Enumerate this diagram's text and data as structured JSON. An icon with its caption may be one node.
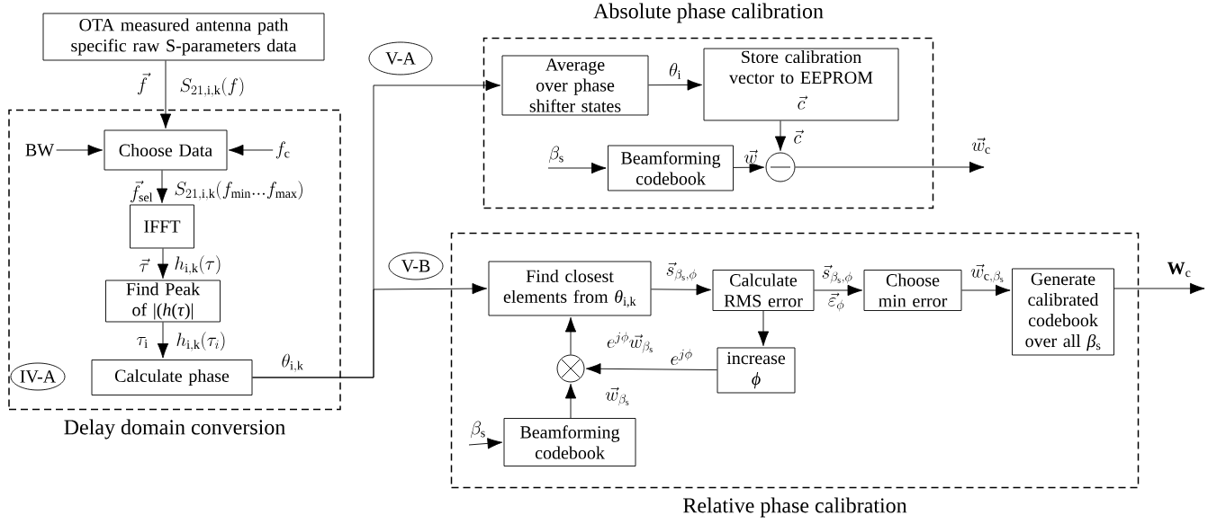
{
  "diagram": {
    "nodes": [
      {
        "text": [
          "OTA measured antenna path specific raw S-parameters data"
        ]
      },
      {
        "text": [
          "Delay domain conversion"
        ]
      },
      {
        "text": [
          "BW"
        ],
        "in": 1
      },
      {
        "text": [
          "f_{\\mathrm{c}}"
        ],
        "in": 1
      },
      {
        "text": [
          "Choose Data"
        ],
        "in": 1
      },
      {
        "text": [
          "IFFT"
        ],
        "in": 1
      },
      {
        "text": [
          "Find Peak of |(*h*(*τ*)|"
        ],
        "in": 1
      },
      {
        "text": [
          "Calculate phase"
        ],
        "in": 1
      },
      {
        "text": [
          "IV-A"
        ],
        "in": 1
      },
      {
        "text": [
          "Absolute phase calibration"
        ]
      },
      {
        "text": [
          "V-A"
        ]
      },
      {
        "text": [
          "Average over phase shifter states"
        ],
        "in": 9
      },
      {
        "text": [
          "Store calibration vector to EEPROM"
        ],
        "in": 9
      },
      {
        "text": [
          "Beamforming codebook"
        ],
        "in": 9
      },
      {
        "text": [],
        "shape": "circle",
        "in": 9
      },
      {
        "text": [
          "Relative phase calibration"
        ]
      },
      {
        "text": [
          "V-B"
        ]
      },
      {
        "text": [
          "Find closest elements from *θ*$_{i,k}$"
        ],
        "in": 15
      },
      {
        "text": [
          "Calculate RMS error"
        ],
        "in": 15
      },
      {
        "text": [
          "Choose min error"
        ],
        "in": 15
      },
      {
        "text": [
          "Generate calibrated codebook over all *β*$_{s}$"
        ],
        "in": 15
      },
      {
        "text": [
          "increase *ϕ*"
        ],
        "in": 15
      },
      {
        "text": [],
        "shape": "circle",
        "in": 15
      },
      {
        "text": [
          "Beamforming codebook"
        ],
        "in": 15
      }
    ],
    "edges": [
      {
        "from": 0,
        "to": 4,
        "arrow": "to",
        "label": "S_{21,\\mathrm{i,k}}(f)"
      },
      {
        "from": 2,
        "to": 4,
        "arrow": "to"
      },
      {
        "from": 3,
        "to": 4,
        "arrow": "to"
      },
      {
        "from": 4,
        "to": 5,
        "arrow": "to",
        "label": "S_{21,\\mathrm{i,k}}(f_{\\mathrm{min}}...f_{\\mathrm{max}})"
      },
      {
        "from": 5,
        "to": 6,
        "arrow": "to",
        "label": "h_{\\mathrm{i,k}}(\\tau)"
      },
      {
        "from": 6,
        "to": 7,
        "arrow": "to",
        "label": "h_{\\mathrm{i,k}}(\\tau_{i})"
      },
      {
        "from": 7,
        "to": 11,
        "arrow": "to",
        "label": "\\theta_{\\mathrm{i,k}}"
      },
      {
        "from": 7,
        "to": 17,
        "arrow": "to"
      },
      {
        "from": 11,
        "to": 12,
        "arrow": "to",
        "label": "\\theta_{\\mathrm{i}}"
      },
      {
        "from": 12,
        "to": 14,
        "arrow": "to",
        "label": "\\vec{c}"
      },
      {
        "from": null,
        "to": 13,
        "arrow": "to",
        "label": "\\beta_{\\mathrm{s}}"
      },
      {
        "from": 13,
        "to": 14,
        "arrow": "to",
        "label": "\\vec{w}"
      },
      {
        "from": 14,
        "to": null,
        "arrow": "to",
        "label": "\\vec{w}_{\\mathrm{c}}"
      },
      {
        "from": 17,
        "to": 18,
        "arrow": "to",
        "label": "\\vec{s}_{\\beta_{\\mathrm{s}},\\phi}"
      },
      {
        "from": 18,
        "to": 19,
        "arrow": "to",
        "label": "\\vec{s}_{\\beta_{\\mathrm{s}},\\phi}"
      },
      {
        "from": 19,
        "to": 20,
        "arrow": "to",
        "label": "\\vec{w}_{\\mathrm{c},\\beta_{\\mathrm{s}}}"
      },
      {
        "from": 20,
        "to": null,
        "arrow": "to",
        "label": "\\mathbf{W}_{\\mathrm{c}}"
      },
      {
        "from": 18,
        "to": 21,
        "arrow": "to"
      },
      {
        "from": 21,
        "to": 22,
        "arrow": "to",
        "label": "e^{j\\phi}"
      },
      {
        "from": 22,
        "to": 17,
        "arrow": "to",
        "label": "e^{j\\phi}\\vec{w}_{\\beta_{\\mathrm{s}}}"
      },
      {
        "from": 23,
        "to": 22,
        "arrow": "to",
        "label": "\\vec{w}_{\\beta_{\\mathrm{s}}}"
      },
      {
        "from": null,
        "to": 23,
        "arrow": "to",
        "label": "\\beta_{\\mathrm{s}}"
      }
    ],
    "labels": [
      "\\vec{f}",
      "\\vec{c}",
      "\\vec{f}_{\\mathrm{sel}}",
      "\\vec{\\tau}",
      "\\vec{\\varepsilon}_{\\phi}",
      "\\tau_{\\mathrm{i}}"
    ]
  }
}
